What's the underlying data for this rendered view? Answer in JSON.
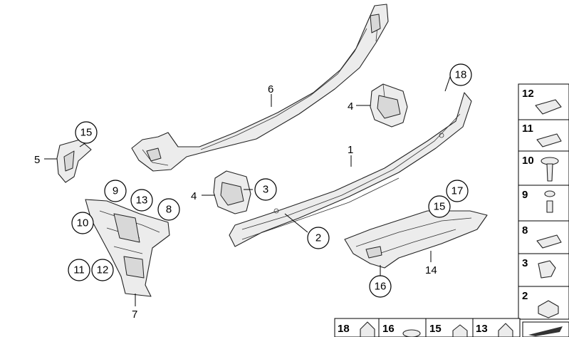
{
  "callouts": [
    {
      "id": "c18",
      "text": "18"
    },
    {
      "id": "c15a",
      "text": "15"
    },
    {
      "id": "c3",
      "text": "3"
    },
    {
      "id": "c9",
      "text": "9"
    },
    {
      "id": "c13",
      "text": "13"
    },
    {
      "id": "c8",
      "text": "8"
    },
    {
      "id": "c10",
      "text": "10"
    },
    {
      "id": "c11",
      "text": "11"
    },
    {
      "id": "c12",
      "text": "12"
    },
    {
      "id": "c2",
      "text": "2"
    },
    {
      "id": "c17",
      "text": "17"
    },
    {
      "id": "c15b",
      "text": "15"
    },
    {
      "id": "c16",
      "text": "16"
    }
  ],
  "labels": [
    {
      "id": "l6",
      "text": "6"
    },
    {
      "id": "l4a",
      "text": "4"
    },
    {
      "id": "l1",
      "text": "1"
    },
    {
      "id": "l5",
      "text": "5"
    },
    {
      "id": "l4b",
      "text": "4"
    },
    {
      "id": "l14",
      "text": "14"
    },
    {
      "id": "l7",
      "text": "7"
    }
  ],
  "side_panel": [
    "12",
    "11",
    "10",
    "9",
    "8",
    "3",
    "2"
  ],
  "bottom_panel": [
    "18",
    "16",
    "15",
    "13"
  ]
}
